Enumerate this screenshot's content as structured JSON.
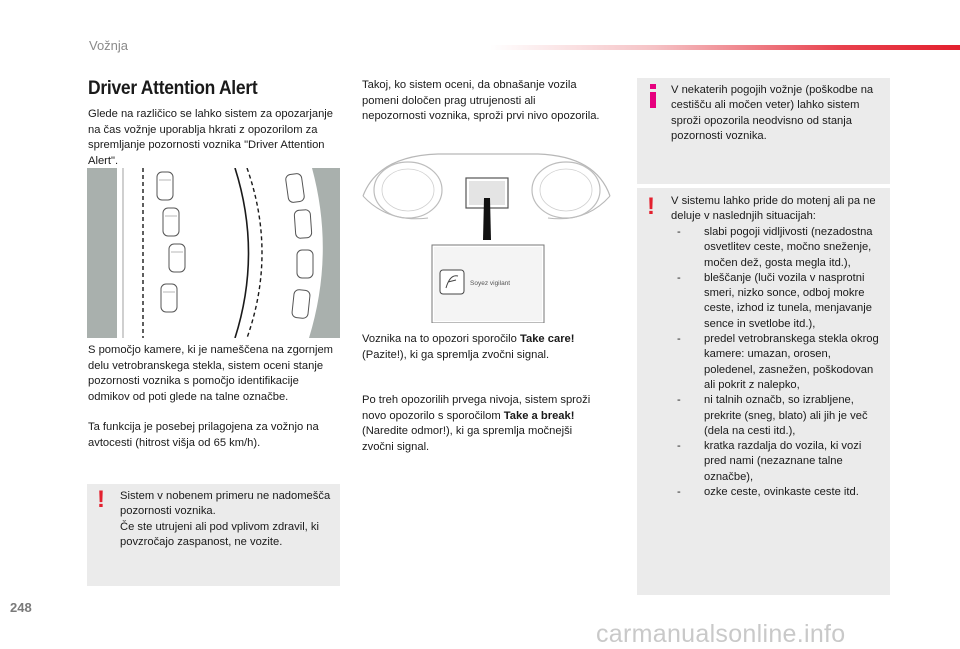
{
  "header": {
    "section": "Vožnja",
    "page_number": "248"
  },
  "title": "Driver Attention Alert",
  "col1": {
    "intro": "Glede na različico se lahko sistem za opozarjanje na čas vožnje uporablja hkrati z opozorilom za spremljanje pozornosti voznika \"Driver Attention Alert\".",
    "camera_para": "S pomočjo kamere, ki je nameščena na zgornjem delu vetrobranskega stekla, sistem oceni stanje pozornosti voznika s pomočjo identifikacije odmikov od poti glede na talne označbe.",
    "adapt_para": "Ta funkcija je posebej prilagojena za vožnjo na avtocesti (hitrost višja od 65 km/h).",
    "warning": {
      "line1": "Sistem v nobenem primeru ne nadomešča pozornosti voznika.",
      "line2": "Če ste utrujeni ali pod vplivom zdravil, ki povzročajo zaspanost, ne vozite."
    }
  },
  "col2": {
    "para1": "Takoj, ko sistem oceni, da obnašanje vozila pomeni določen prag utrujenosti ali nepozornosti voznika, sproži prvi nivo opozorila.",
    "display_label": "Soyez vigilant",
    "para2_a": "Voznika na to opozori sporočilo ",
    "para2_bold": "Take care!",
    "para2_b": " (Pazite!), ki ga spremlja zvočni signal.",
    "para3_a": "Po treh opozorilih prvega nivoja, sistem sproži novo opozorilo s sporočilom ",
    "para3_bold": "Take a break!",
    "para3_b": " (Naredite odmor!), ki ga spremlja močnejši zvočni signal."
  },
  "col3": {
    "info": "V nekaterih pogojih vožnje (poškodbe na cestišču ali močen veter) lahko sistem sproži opozorila neodvisno od stanja pozornosti voznika.",
    "warning_intro": "V sistemu lahko pride do motenj ali pa ne deluje v naslednjih situacijah:",
    "items": [
      "slabi pogoji vidljivosti (nezadostna osvetlitev ceste, močno sneženje, močen dež, gosta megla itd.),",
      "bleščanje (luči vozila v nasprotni smeri, nizko sonce, odboj mokre ceste, izhod iz tunela, menjavanje sence in svetlobe itd.),",
      "predel vetrobranskega stekla okrog kamere: umazan, orosen, poledenel, zasnežen, poškodovan ali pokrit z nalepko,",
      "ni talnih označb, so izrabljene, prekrite (sneg, blato) ali jih je več (dela na cesti itd.),",
      "kratka razdalja do vozila, ki vozi pred nami (nezaznane talne označbe),",
      "ozke ceste, ovinkaste ceste itd."
    ]
  },
  "watermark": "carmanualsonline.info",
  "colors": {
    "accent_red": "#e3202e",
    "info_pink": "#e6007e",
    "box_gray": "#ebebeb"
  }
}
